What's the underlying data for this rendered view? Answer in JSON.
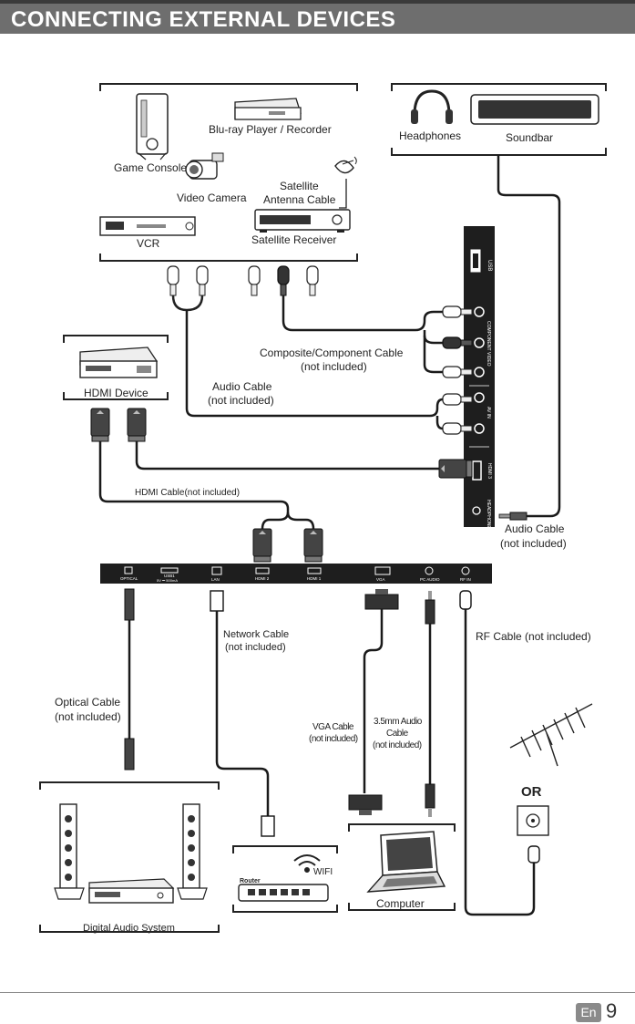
{
  "header": {
    "title": "CONNECTING EXTERNAL DEVICES"
  },
  "devices": {
    "game_console": "Game Console",
    "bluray": "Blu-ray Player / Recorder",
    "video_camera": "Video Camera",
    "satellite_antenna_cable_1": "Satellite",
    "satellite_antenna_cable_2": "Antenna Cable",
    "vcr": "VCR",
    "satellite_receiver": "Satellite Receiver",
    "headphones": "Headphones",
    "soundbar": "Soundbar",
    "hdmi_device": "HDMI Device",
    "router": "Router",
    "wifi": "WIFI",
    "computer": "Computer",
    "digital_audio_system": "Digital Audio System"
  },
  "cables": {
    "composite_1": "Composite/Component Cable",
    "composite_2": "(not included)",
    "audio_1": "Audio Cable",
    "audio_2": "(not included)",
    "hdmi_cable": "HDMI Cable(not included)",
    "audio_right_1": "Audio Cable",
    "audio_right_2": "(not included)",
    "network_1": "Network Cable",
    "network_2": "(not included)",
    "rf": "RF Cable (not included)",
    "optical_1": "Optical Cable",
    "optical_2": "(not included)",
    "vga_1": "VGA Cable",
    "vga_2": "(not included)",
    "audio35_1": "3.5mm Audio",
    "audio35_2": "Cable",
    "audio35_3": "(not included)",
    "or": "OR"
  },
  "side_panel_ports": {
    "usb": "USB",
    "component": "COMPONENT",
    "video": "VIDEO",
    "av_in": "AV IN",
    "hdmi3": "HDMI 3",
    "headphone": "HEADPHONE"
  },
  "bottom_panel_ports": {
    "optical": "OPTICAL",
    "usb": "USB1",
    "usb_rating": "5V ⎓ 500mA",
    "lan": "LAN",
    "hdmi2": "HDMI 2",
    "hdmi1": "HDMI 1",
    "vga": "VGA",
    "pc_audio": "PC AUDIO",
    "rf": "RF IN"
  },
  "footer": {
    "lang": "En",
    "page": "9"
  },
  "colors": {
    "header_bg": "#6e6e6e",
    "panel_dark": "#1e1e1e",
    "cable": "#1a1a1a"
  }
}
